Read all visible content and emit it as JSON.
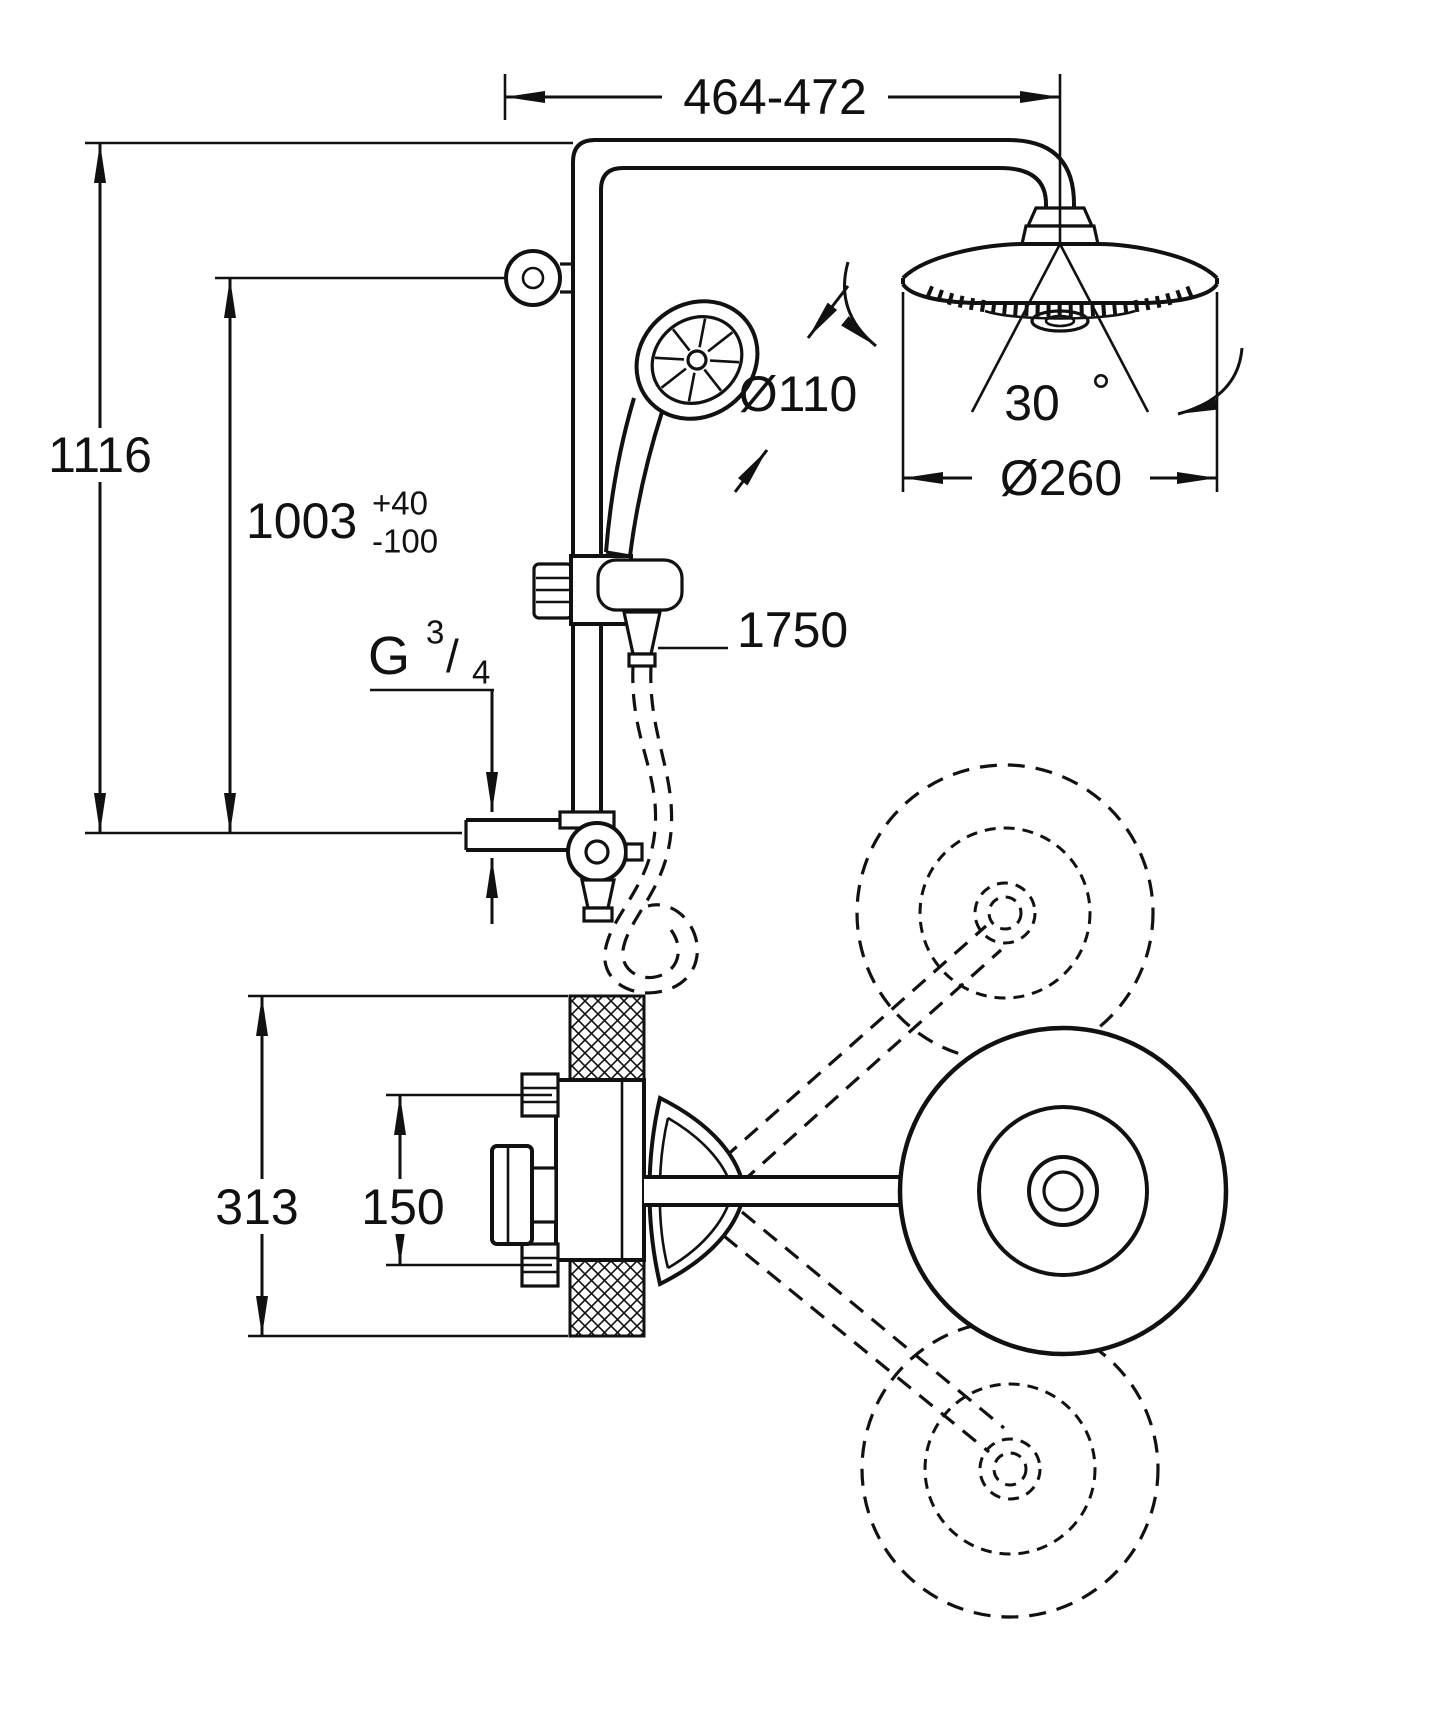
{
  "drawing": {
    "background": "#ffffff",
    "ink": "#111111",
    "labels": {
      "arm_reach": "464-472",
      "overall_height": "1116",
      "rail_height": "1003",
      "rail_tol_plus": "+40",
      "rail_tol_minus": "-100",
      "hand_shower_dia": "Ø110",
      "swivel_angle_value": "30",
      "swivel_angle_unit": "°",
      "head_dia": "Ø260",
      "hose_length": "1750",
      "thread_letter": "G",
      "thread_numerator": "3",
      "thread_slash": "/",
      "thread_denominator": "4",
      "body_width": "313",
      "connection_spacing": "150"
    }
  }
}
